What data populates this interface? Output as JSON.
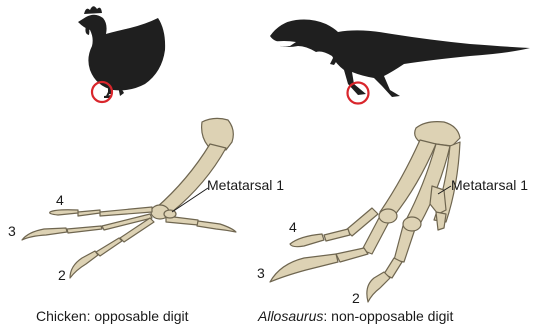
{
  "panels": [
    {
      "animal": "Chicken",
      "caption_name": "Chicken",
      "caption_rest": ": opposable digit",
      "labels": {
        "metatarsal": "Metatarsal 1",
        "digit_a": "4",
        "digit_b": "3",
        "digit_c": "2"
      }
    },
    {
      "animal": "Allosaurus",
      "caption_name": "Allosaurus",
      "caption_rest": ": non-opposable digit",
      "labels": {
        "metatarsal": "Metatarsal 1",
        "digit_a": "4",
        "digit_b": "3",
        "digit_c": "2"
      }
    }
  ],
  "colors": {
    "silhouette": "#1f1f1f",
    "highlight_circle": "#d9262c",
    "bone_fill": "#ddd2b4",
    "bone_outline": "#6f6650"
  }
}
